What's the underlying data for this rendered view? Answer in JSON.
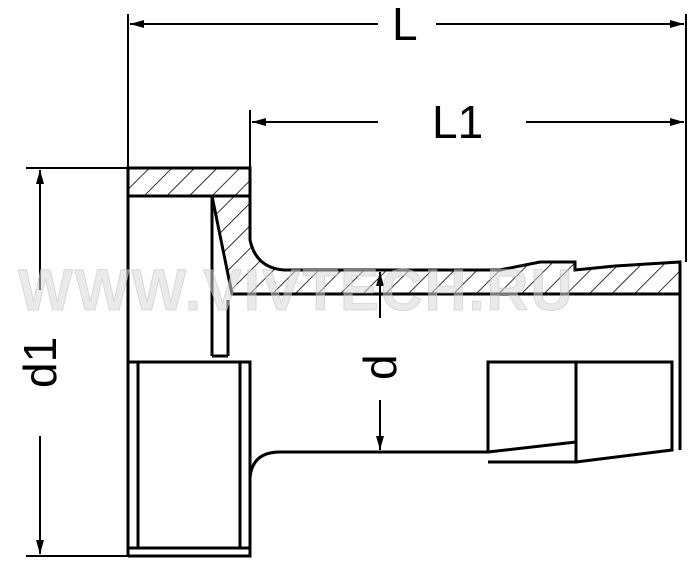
{
  "dimensions": {
    "L": "L",
    "L1": "L1",
    "d1": "d1",
    "d": "d"
  },
  "watermark": "WWW.VIVTECH.RU"
}
